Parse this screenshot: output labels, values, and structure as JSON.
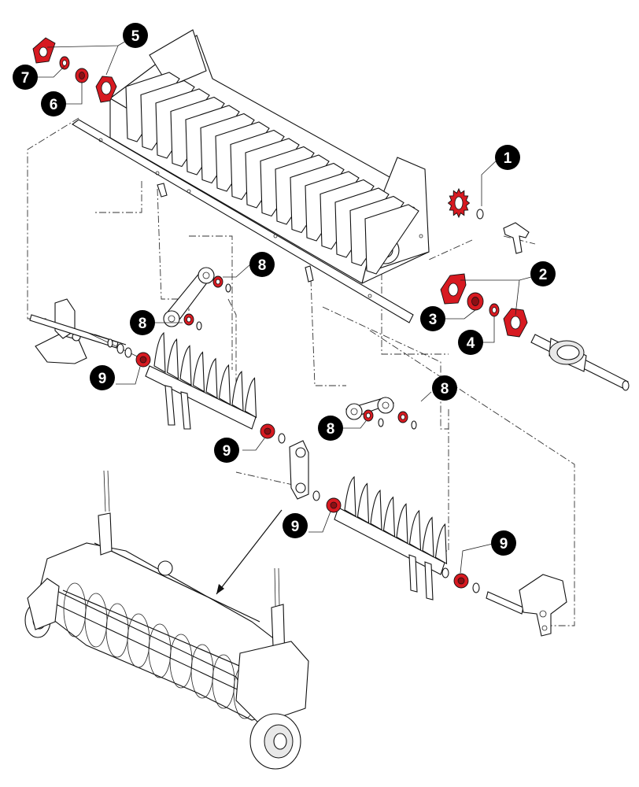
{
  "diagram": {
    "callouts": [
      {
        "id": "c1",
        "label": "1"
      },
      {
        "id": "c2",
        "label": "2"
      },
      {
        "id": "c3",
        "label": "3"
      },
      {
        "id": "c4",
        "label": "4"
      },
      {
        "id": "c5",
        "label": "5"
      },
      {
        "id": "c6",
        "label": "6"
      },
      {
        "id": "c7",
        "label": "7"
      },
      {
        "id": "c8a",
        "label": "8"
      },
      {
        "id": "c8b",
        "label": "8"
      },
      {
        "id": "c8c",
        "label": "8"
      },
      {
        "id": "c8d",
        "label": "8"
      },
      {
        "id": "c9a",
        "label": "9"
      },
      {
        "id": "c9b",
        "label": "9"
      },
      {
        "id": "c9c",
        "label": "9"
      },
      {
        "id": "c9d",
        "label": "9"
      }
    ],
    "colors": {
      "highlight": "#d71a21",
      "highlight_dark": "#8c0f14",
      "callout_fill": "#000000",
      "callout_text": "#ffffff",
      "line": "#111111"
    }
  }
}
